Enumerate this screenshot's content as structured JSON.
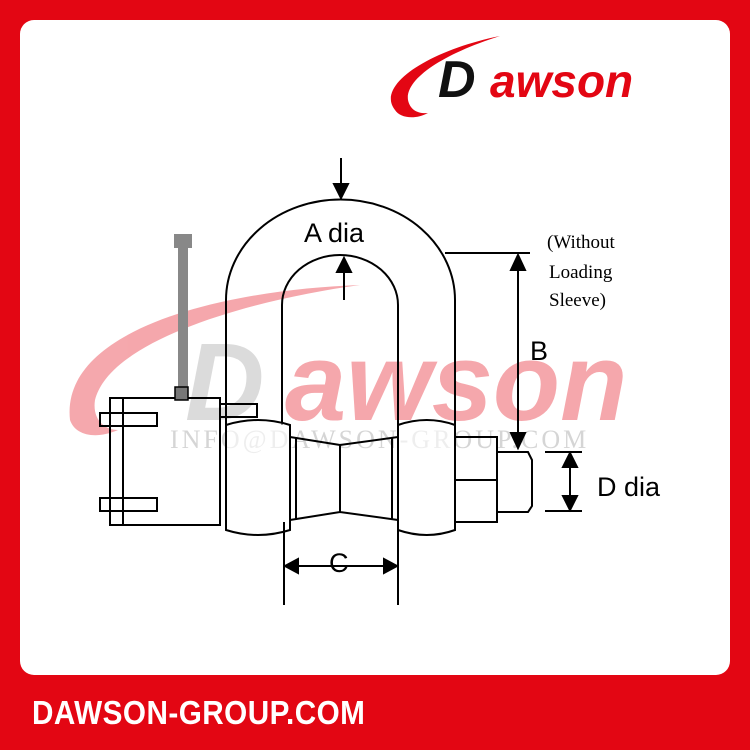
{
  "brand": {
    "logo_text": "Dawson",
    "logo_colors": {
      "D": "#111111",
      "rest": "#e30613"
    }
  },
  "watermark": {
    "logo_text": "Dawson",
    "email": "INFO@DAWSON-GROUP.COM"
  },
  "diagram": {
    "labels": {
      "a": "A dia",
      "b": "B",
      "b_note": [
        "(Without",
        "Loading",
        "Sleeve)"
      ],
      "c": "C",
      "d": "D dia"
    }
  },
  "footer": {
    "website": "DAWSON-GROUP.COM"
  },
  "colors": {
    "frame": "#e30613",
    "panel": "#ffffff"
  }
}
